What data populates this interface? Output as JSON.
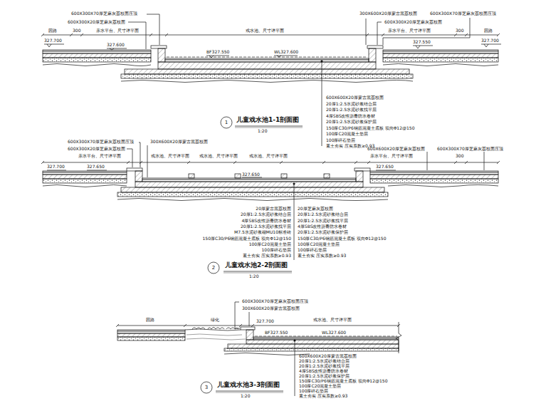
{
  "diagram": {
    "labels": [
      "600X300X70厚芝麻灰荔枝面压顶",
      "600X300X20厚芝麻灰荔枝面",
      "300X600X20厚蒙古黑荔枝面",
      "600X300X70厚芝麻灰荔枝面压顶",
      "600X300X20厚芝麻灰荔枝面",
      "园路",
      "300",
      "亲水平台、尺寸详平面",
      "戏水池、尺寸详平面",
      "亲水平台、尺寸详平面",
      "300",
      "园路",
      "327.700",
      "327.600",
      "BF327.550",
      "WL327.600",
      "327.550",
      "327.700",
      "600X600X20厚蒙古黑荔枝面",
      "20厚1:2.5水泥砂浆结合层",
      "20厚1:2.5水泥砂浆找平层",
      "4厚SBS改性沥青防水卷材",
      "20厚1:2.5水泥砂浆保护层",
      "150厚C30/P6钢筋混凝土底板 双向Φ12@150",
      "100厚C20混凝土垫层",
      "100厚碎石垫层",
      "素土夯实 压实系数≥0.93",
      "儿童戏水池1-1剖面图",
      "1:20",
      "1",
      "600X300X70厚芝麻灰荔枝面压顶",
      "600X300X20厚芝麻灰荔枝面",
      "300X600X20厚蒙古黑荔枝面",
      "600X600X20厚芝麻灰荔枝面",
      "600X300X70厚芝麻灰荔枝面压顶",
      "亲水平台、尺寸详平面",
      "327.700",
      "327.650",
      "戏水池、尺寸详平面",
      "戏水池、尺寸详平面",
      "327.650",
      "戏水池、尺寸详平面",
      "亲水平台、尺寸详平面",
      "327.650",
      "300",
      "20厚蒙古黑荔枝面",
      "20厚1:2.5水泥砂浆结合层",
      "4厚SBS改性沥青防水卷材",
      "20厚1:2.5水泥砂浆找平层",
      "M7.5水泥砂浆砌MU10标准砖",
      "150厚C30/P6钢筋混凝土底板 双向Φ12@150",
      "100厚C20混凝土垫层",
      "100厚碎石垫层",
      "素土夯实 压实系数≥0.93",
      "20厚芝麻灰荔枝面",
      "20厚1:2.5水泥砂浆结合层",
      "20厚1:2.5水泥砂浆找平层",
      "4厚SBS改性沥青防水卷材",
      "20厚1:2.5水泥砂浆保护层",
      "150厚C30/P6钢筋混凝土底板 双向Φ12@150",
      "100厚C20混凝土垫层",
      "100厚碎石垫层",
      "素土夯实 压实系数≥0.93",
      "儿童戏水池2-2剖面图",
      "1:20",
      "2",
      "600X300X70厚芝麻灰荔枝面压顶",
      "300X600X20厚蒙古黑荔枝面",
      "园路",
      "绿化",
      "戏水池、尺寸详平面",
      "327.700",
      "BF327.550",
      "WL327.600",
      "600X600X20厚蒙古黑荔枝面",
      "20厚1:2.5水泥砂浆结合层",
      "20厚1:2.5水泥砂浆找平层",
      "4厚SBS改性沥青防水卷材",
      "20厚1:2.5水泥砂浆保护层",
      "150厚C30/P6钢筋混凝土底板 双向Φ12@150",
      "100厚C20混凝土垫层",
      "100厚碎石垫层",
      "素土夯实 压实系数≥0.93",
      "儿童戏水池3-3剖面图",
      "1:20",
      "3"
    ]
  }
}
